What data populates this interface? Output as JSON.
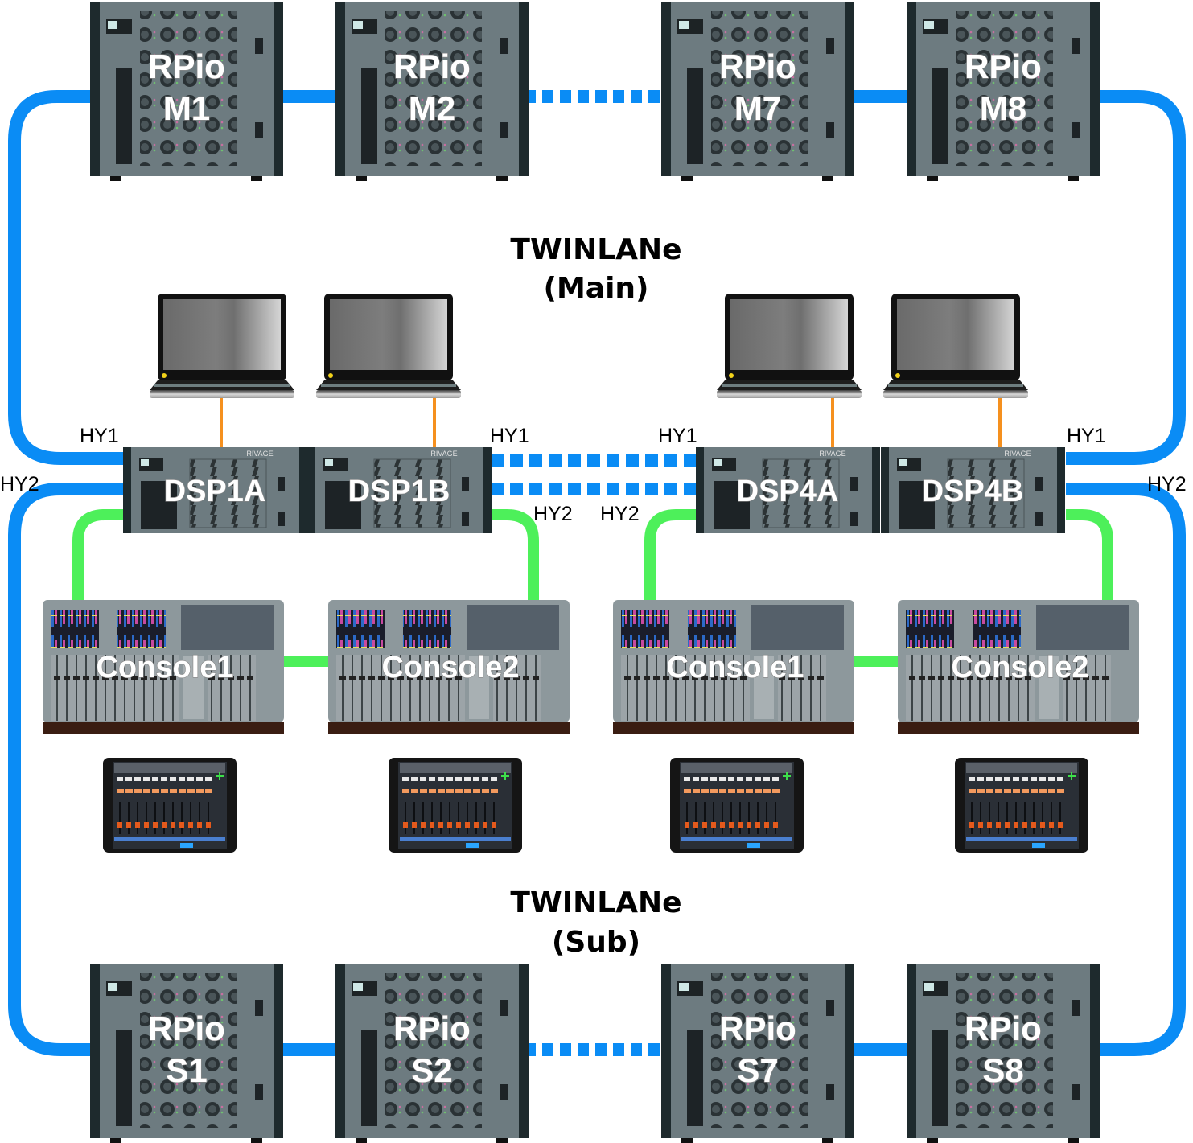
{
  "colors": {
    "main_cable": "#0a8cf5",
    "console_cable": "#4df05a",
    "pc_cable": "#f5901e",
    "device_body": "#6d7b80",
    "device_rail": "#1e2a2d"
  },
  "networks": {
    "main": {
      "title": "TWINLANe",
      "subtitle": "(Main)"
    },
    "sub": {
      "title": "TWINLANe",
      "subtitle": "(Sub)"
    }
  },
  "rpio_main": [
    {
      "line1": "RPio",
      "line2": "M1"
    },
    {
      "line1": "RPio",
      "line2": "M2"
    },
    {
      "line1": "RPio",
      "line2": "M7"
    },
    {
      "line1": "RPio",
      "line2": "M8"
    }
  ],
  "rpio_sub": [
    {
      "line1": "RPio",
      "line2": "S1"
    },
    {
      "line1": "RPio",
      "line2": "S2"
    },
    {
      "line1": "RPio",
      "line2": "S7"
    },
    {
      "line1": "RPio",
      "line2": "S8"
    }
  ],
  "dsp_units": [
    {
      "label": "DSP1A",
      "brand": "RIVAGE"
    },
    {
      "label": "DSP1B",
      "brand": "RIVAGE"
    },
    {
      "label": "DSP4A",
      "brand": "RIVAGE"
    },
    {
      "label": "DSP4B",
      "brand": "RIVAGE"
    }
  ],
  "consoles": [
    {
      "label": "Console1"
    },
    {
      "label": "Console2"
    },
    {
      "label": "Console1"
    },
    {
      "label": "Console2"
    }
  ],
  "port_labels": {
    "hy1_left": "HY1",
    "hy2_left": "HY2",
    "hy1_mid_left": "HY1",
    "hy2_mid_left": "HY2",
    "hy1_mid_right": "HY1",
    "hy2_mid_right": "HY2",
    "hy1_right": "HY1",
    "hy2_right": "HY2"
  },
  "laptops": [
    {
      "name": "laptop-1"
    },
    {
      "name": "laptop-2"
    },
    {
      "name": "laptop-3"
    },
    {
      "name": "laptop-4"
    }
  ],
  "tablets": [
    {
      "name": "tablet-1"
    },
    {
      "name": "tablet-2"
    },
    {
      "name": "tablet-3"
    },
    {
      "name": "tablet-4"
    }
  ]
}
